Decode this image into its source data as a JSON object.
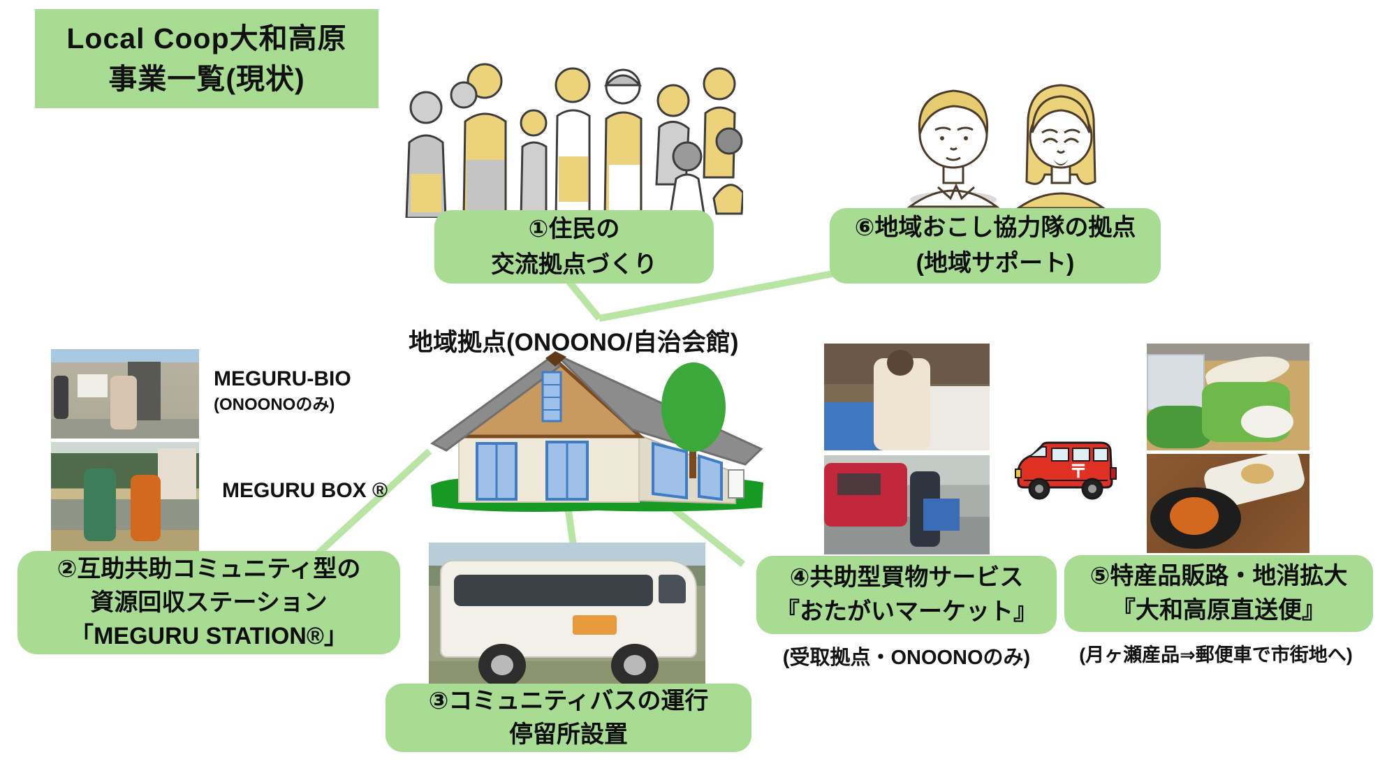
{
  "title": {
    "line1": "Local Coop大和高原",
    "line2": "事業一覧(現状)"
  },
  "hub": {
    "label": "地域拠点(ONOONO/自治会館)"
  },
  "labels": {
    "meguru_bio": "MEGURU-BIO",
    "meguru_bio_sub": "(ONOONOのみ)",
    "meguru_box": "MEGURU BOX ®"
  },
  "boxes": {
    "b1": {
      "line1": "①住民の",
      "line2": "交流拠点づくり"
    },
    "b2": {
      "line1": "②互助共助コミュニティ型の",
      "line2": "資源回収ステーション",
      "line3": "「MEGURU STATION®」"
    },
    "b3": {
      "line1": "③コミュニティバスの運行",
      "line2": "停留所設置"
    },
    "b4": {
      "line1": "④共助型買物サービス",
      "line2": "『おたがいマーケット』",
      "caption": "(受取拠点・ONOONOのみ)"
    },
    "b5": {
      "line1": "⑤特産品販路・地消拡大",
      "line2": "『大和高原直送便』",
      "caption": "(月ヶ瀬産品⇒郵便車で市街地へ)"
    },
    "b6": {
      "line1": "⑥地域おこし協力隊の拠点",
      "line2": "(地域サポート)"
    }
  },
  "icons": {
    "postal_mark": "〒"
  },
  "colors": {
    "box_green": "#a8dc93",
    "line_green": "#b9e5a4",
    "postal_red": "#e03024",
    "grass_green": "#169a23",
    "tree_green": "#3aa93a",
    "roof_gray": "#8c8c8c",
    "gable_tan": "#c99a5f",
    "hair_yellow": "#ecd27a"
  }
}
